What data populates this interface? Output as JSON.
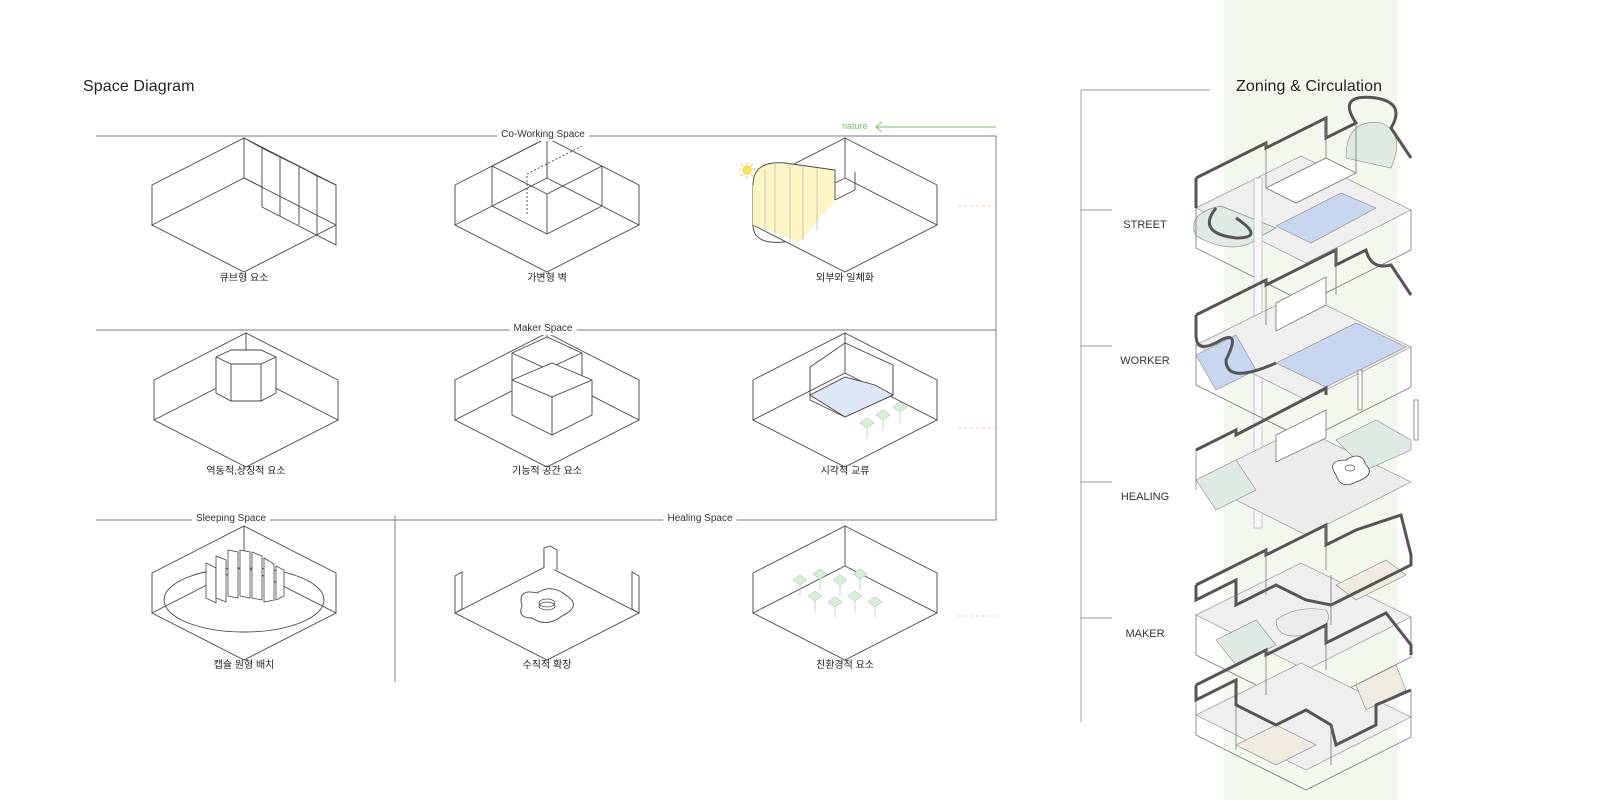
{
  "left": {
    "title": "Space Diagram",
    "sections": {
      "coworking": "Co-Working Space",
      "maker": "Maker Space",
      "sleeping": "Sleeping Space",
      "healing": "Healing Space"
    },
    "nature_label": "nature",
    "captions": [
      "큐브형 요소",
      "가변형 벽",
      "외부와 일체화",
      "역동적,상징적 요소",
      "기능적 공간 요소",
      "시각적 교류",
      "캡슐 원형 배치",
      "수직적 확장",
      "친환경적 요소"
    ]
  },
  "right": {
    "title": "Zoning & Circulation",
    "levels": [
      "STREET",
      "WORKER",
      "HEALING",
      "MAKER"
    ]
  },
  "colors": {
    "accent_green": "#7cc36a",
    "band_green": "#f3f8ef",
    "sun_yellow": "#fdf6c4",
    "water_blue": "#c9d6ef",
    "zone_green": "#dfeae3",
    "floor_grey": "#ececec",
    "wall_dark": "#555555"
  }
}
